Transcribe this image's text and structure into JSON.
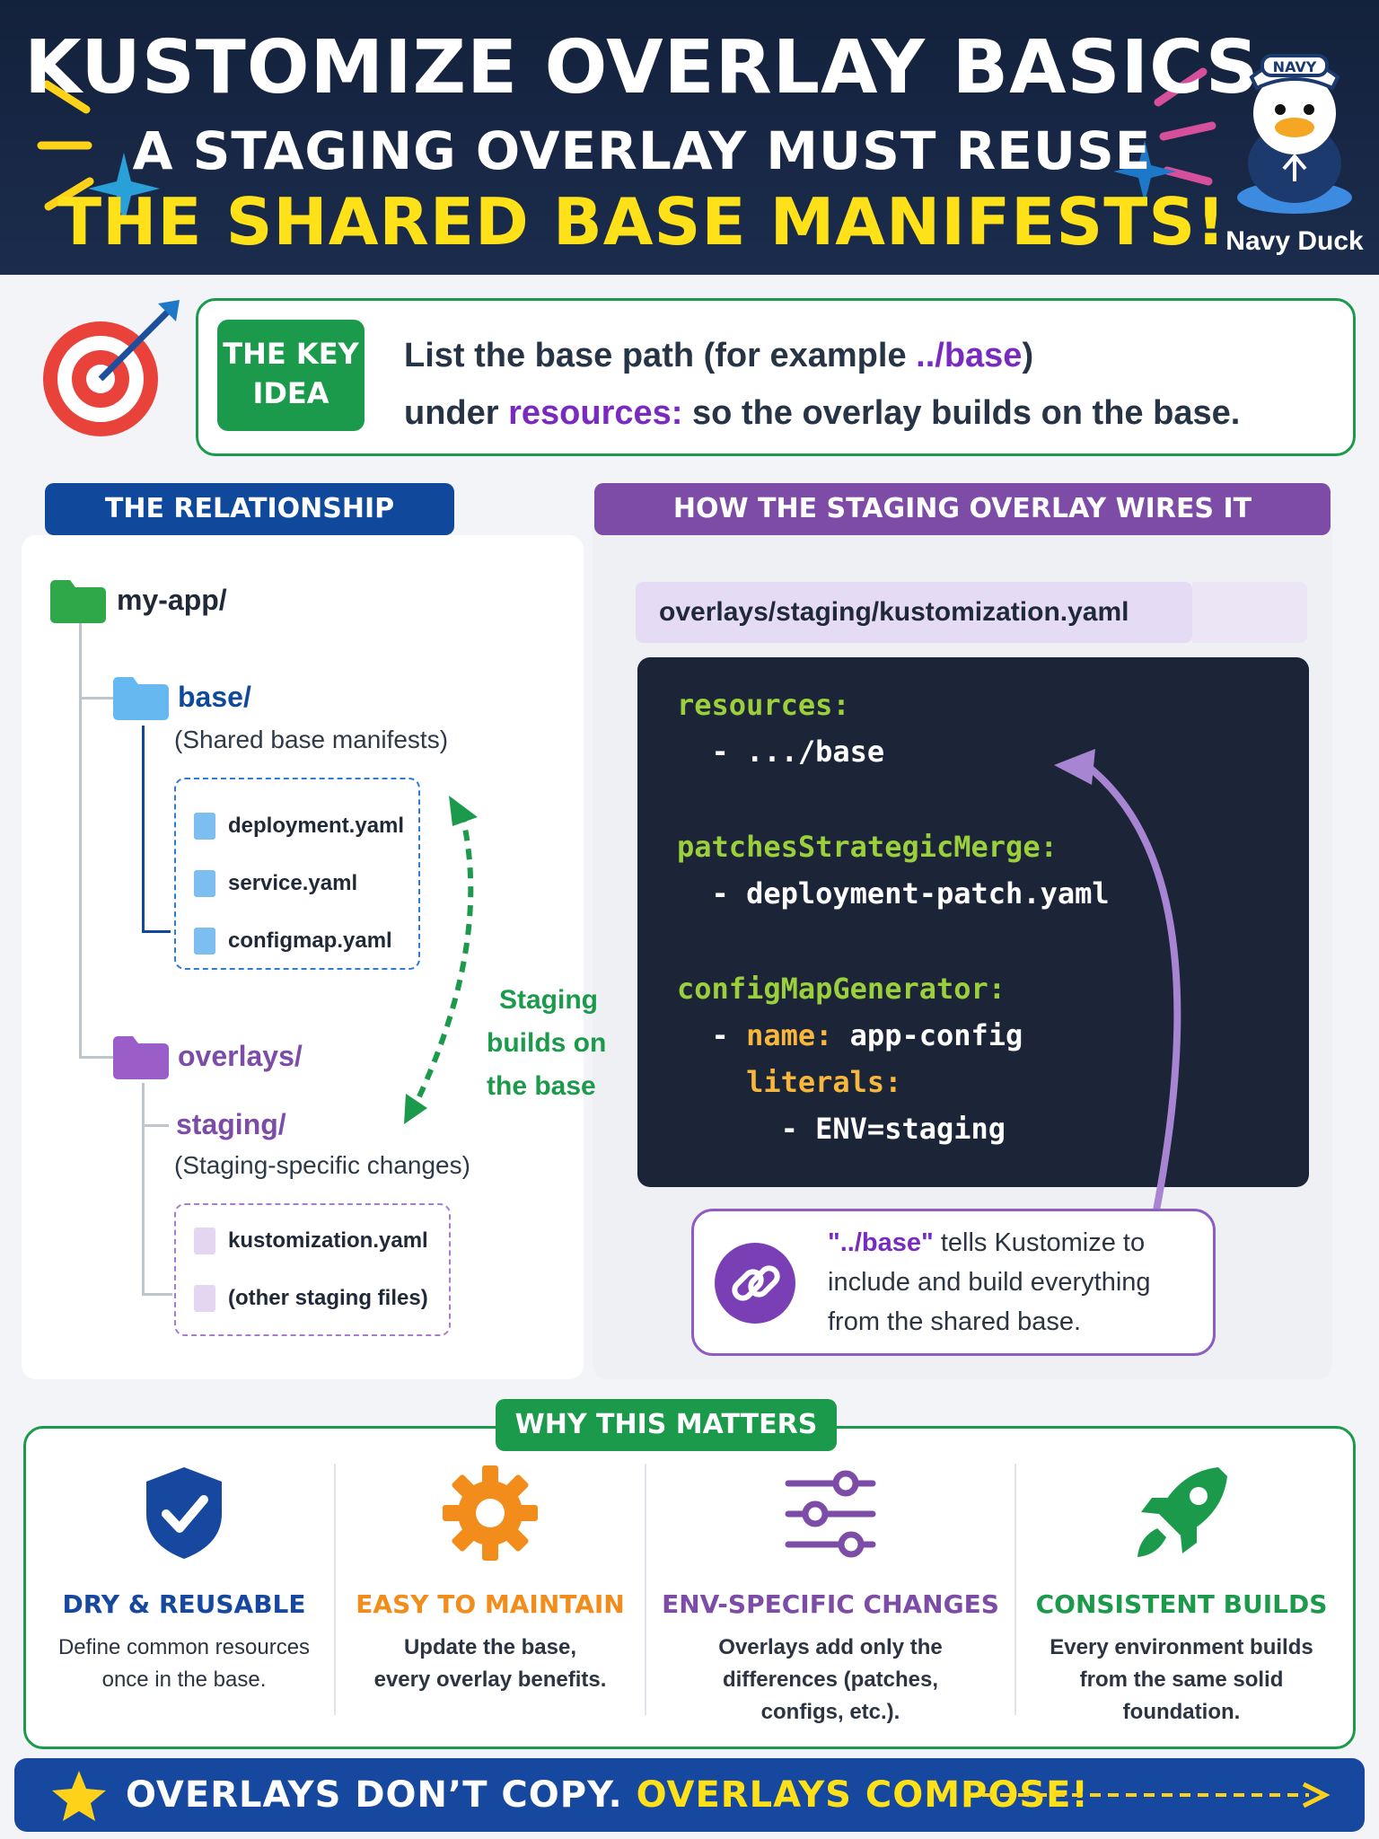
{
  "header": {
    "line1": "KUSTOMIZE OVERLAY BASICS",
    "line2": "A STAGING OVERLAY MUST REUSE",
    "line3": "THE SHARED BASE MANIFESTS!",
    "mascot_label": "Navy Duck",
    "mascot_hat": "NAVY"
  },
  "key_idea": {
    "badge_line1": "THE KEY",
    "badge_line2": "IDEA",
    "text_a": "List the base path (for example ",
    "text_path": "../base",
    "text_b": ")",
    "text_c": "under ",
    "text_resources": "resources:",
    "text_d": " so the overlay builds on the base."
  },
  "relationship": {
    "heading": "THE RELATIONSHIP",
    "root": "my-app/",
    "base": "base/",
    "base_desc": "(Shared base manifests)",
    "base_files": [
      "deployment.yaml",
      "service.yaml",
      "configmap.yaml"
    ],
    "overlays": "overlays/",
    "staging": "staging/",
    "staging_desc": "(Staging-specific changes)",
    "staging_files": [
      "kustomization.yaml",
      "(other staging files)"
    ],
    "arrow_label": [
      "Staging",
      "builds on",
      "the base"
    ]
  },
  "wiring": {
    "heading": "HOW THE STAGING OVERLAY WIRES IT",
    "file_name": "overlays/staging/kustomization.yaml",
    "code": {
      "resources_key": "resources:",
      "resources_item": "  - .../base",
      "patches_key": "patchesStrategicMerge:",
      "patches_item": "  - deployment-patch.yaml",
      "cmg_key": "configMapGenerator:",
      "name_dash": "  - ",
      "name_key": "name:",
      "name_val": " app-config",
      "literals_key": "    literals:",
      "literals_item": "      - ENV=staging"
    },
    "callout_path": "\"../base\"",
    "callout_a": " tells Kustomize to",
    "callout_b": "include and build everything",
    "callout_c": "from the shared base."
  },
  "why": {
    "heading": "WHY THIS MATTERS",
    "items": [
      {
        "title": "DRY & REUSABLE",
        "desc1": "Define common resources",
        "desc2": "once in the base.",
        "desc3": "",
        "color": "#15489e"
      },
      {
        "title": "EASY TO MAINTAIN",
        "desc1": "Update the base,",
        "desc2": "every overlay benefits.",
        "desc3": "",
        "color": "#f28c1a"
      },
      {
        "title": "ENV-SPECIFIC CHANGES",
        "desc1": "Overlays add only the",
        "desc2": "differences (patches,",
        "desc3": "configs, etc.).",
        "color": "#7c4ca6"
      },
      {
        "title": "CONSISTENT BUILDS",
        "desc1": "Every environment builds",
        "desc2": "from the same solid",
        "desc3": "foundation.",
        "color": "#1c9a4b"
      }
    ]
  },
  "footer": {
    "text_a": "OVERLAYS DON’T COPY. ",
    "text_b": "OVERLAYS COMPOSE!"
  }
}
